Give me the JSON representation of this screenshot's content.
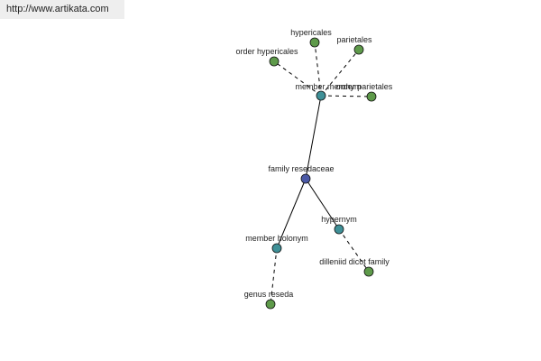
{
  "header": {
    "url": "http://www.artikata.com"
  },
  "colors": {
    "root_node": "#4b59a6",
    "relation_node": "#3f9097",
    "leaf_node": "#5e9a4a",
    "node_stroke": "#111111",
    "edge": "#000000"
  },
  "graph": {
    "nodes": [
      {
        "id": "family-resedaceae",
        "label": "family resedaceae",
        "kind": "root_node"
      },
      {
        "id": "member-meronym",
        "label": "member meronym",
        "kind": "relation_node"
      },
      {
        "id": "order-hypericales",
        "label": "order hypericales",
        "kind": "leaf_node"
      },
      {
        "id": "hypericales",
        "label": "hypericales",
        "kind": "leaf_node"
      },
      {
        "id": "parietales",
        "label": "parietales",
        "kind": "leaf_node"
      },
      {
        "id": "order-parietales",
        "label": "order parietales",
        "kind": "leaf_node"
      },
      {
        "id": "hypernym",
        "label": "hypernym",
        "kind": "relation_node"
      },
      {
        "id": "dilleniid-dicot-family",
        "label": "dilleniid dicot family",
        "kind": "leaf_node"
      },
      {
        "id": "member-holonym",
        "label": "member holonym",
        "kind": "relation_node"
      },
      {
        "id": "genus-reseda",
        "label": "genus reseda",
        "kind": "leaf_node"
      }
    ],
    "edges": [
      {
        "from": "family-resedaceae",
        "to": "member-meronym",
        "style": "solid"
      },
      {
        "from": "family-resedaceae",
        "to": "hypernym",
        "style": "solid"
      },
      {
        "from": "family-resedaceae",
        "to": "member-holonym",
        "style": "solid"
      },
      {
        "from": "member-meronym",
        "to": "order-hypericales",
        "style": "dashed"
      },
      {
        "from": "member-meronym",
        "to": "hypericales",
        "style": "dashed"
      },
      {
        "from": "member-meronym",
        "to": "parietales",
        "style": "dashed"
      },
      {
        "from": "member-meronym",
        "to": "order-parietales",
        "style": "dashed"
      },
      {
        "from": "hypernym",
        "to": "dilleniid-dicot-family",
        "style": "dashed"
      },
      {
        "from": "member-holonym",
        "to": "genus-reseda",
        "style": "dashed"
      }
    ]
  }
}
